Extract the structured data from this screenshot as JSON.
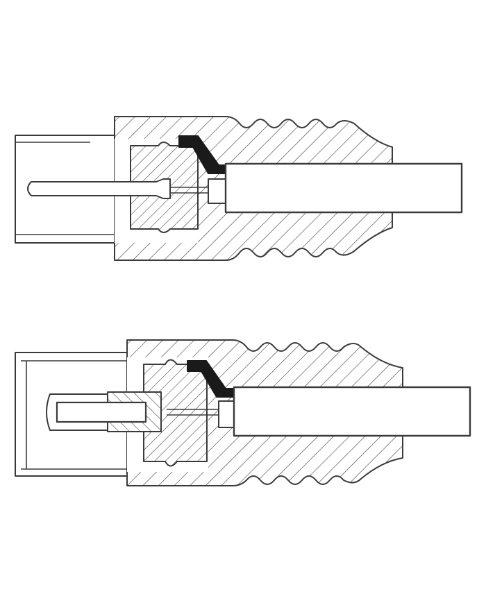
{
  "diagram": {
    "description_visible_text": "",
    "colors": {
      "background": "#ffffff",
      "line": "#3a3a3a",
      "fill": "#ffffff",
      "solid": "#1a1a1a"
    },
    "drawings": [
      {
        "name": "coax-plug-male",
        "pin": "solid-pin"
      },
      {
        "name": "coax-plug-female",
        "pin": "hollow-socket"
      }
    ]
  }
}
